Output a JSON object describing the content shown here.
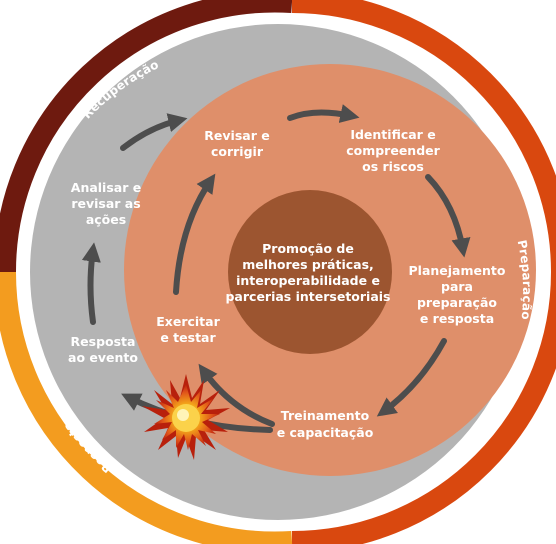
{
  "phases": {
    "recuperacao": "Recuperação",
    "preparacao": "Preparação",
    "resposta": "Resposta"
  },
  "center": {
    "line1": "Promoção de",
    "line2": "melhores práticas,",
    "line3": "interoperabilidade e",
    "line4": "parcerias intersetoriais"
  },
  "inner_cycle": {
    "identificar": [
      "Identificar e",
      "compreender",
      "os riscos"
    ],
    "planejamento": [
      "Planejamento",
      "para",
      "preparação",
      "e resposta"
    ],
    "treinamento": [
      "Treinamento",
      "e capacitação"
    ],
    "exercitar": [
      "Exercitar",
      "e testar"
    ],
    "revisar": [
      "Revisar e",
      "corrigir"
    ]
  },
  "outer_cycle": {
    "resposta_evento": [
      "Resposta",
      "ao evento"
    ],
    "analisar": [
      "Analisar e",
      "revisar as",
      "ações"
    ]
  },
  "colors": {
    "recuperacao": "#6e1a0f",
    "preparacao": "#d9480f",
    "resposta": "#f39c1f",
    "gray_ring": "#b4b4b4",
    "salmon": "#df8f6a",
    "center": "#9c5530",
    "arrow": "#4d4d4d"
  }
}
